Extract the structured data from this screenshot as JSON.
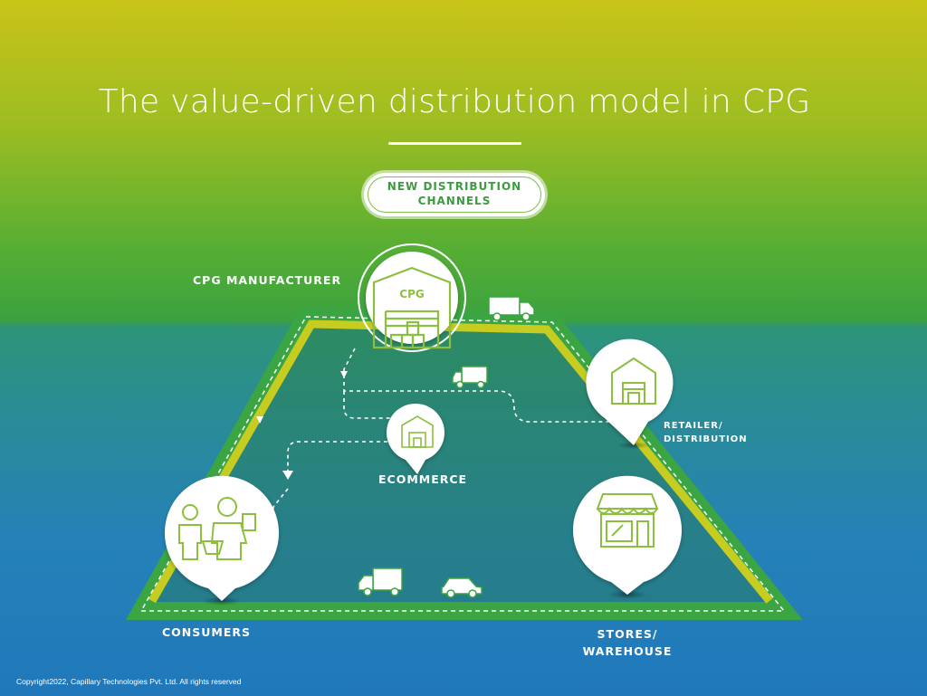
{
  "title": "The value-driven distribution model in CPG",
  "badge": {
    "line1": "NEW DISTRIBUTION",
    "line2": "CHANNELS"
  },
  "nodes": {
    "manufacturer": {
      "label": "CPG MANUFACTURER",
      "sign": "CPG"
    },
    "retailer": {
      "line1": "RETAILER/",
      "line2": "DISTRIBUTION"
    },
    "ecommerce": {
      "label": "ECOMMERCE"
    },
    "consumers": {
      "label": "CONSUMERS"
    },
    "stores": {
      "line1": "STORES/",
      "line2": "WAREHOUSE"
    }
  },
  "colors": {
    "track_yellow": "#c7cc21",
    "track_green": "#3aa542",
    "icon_green": "#8dbf3f",
    "text_green": "#3a9c3f"
  },
  "footer": {
    "copyright": "Copyright2022, Capillary Technologies Pvt. Ltd. All rights reserved"
  }
}
